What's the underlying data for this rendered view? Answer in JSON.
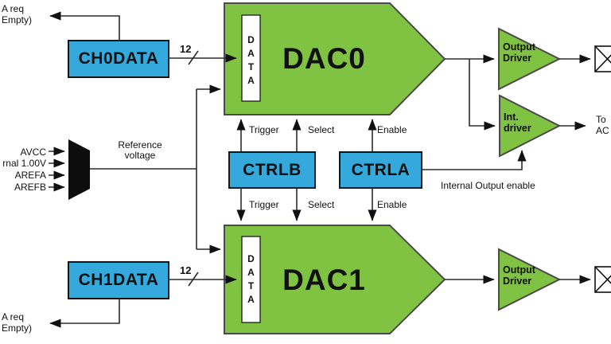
{
  "colors": {
    "register_fill": "#35a8dc",
    "block_fill": "#80c342",
    "block_stroke": "#4a4a4a",
    "wire": "#2b2b2b",
    "mux_fill": "#0d0d0d"
  },
  "registers": {
    "ch0data": "CH0DATA",
    "ch1data": "CH1DATA",
    "ctrlb": "CTRLB",
    "ctrla": "CTRLA"
  },
  "blocks": {
    "dac0": "DAC0",
    "dac1": "DAC1",
    "data_buffer": "DATA",
    "output_driver": "Output\nDriver",
    "int_driver": "Int.\ndriver"
  },
  "signals": {
    "trigger": "Trigger",
    "select": "Select",
    "enable": "Enable",
    "bus_width": "12",
    "reference_voltage": "Reference\nvoltage",
    "internal_output_enable": "Internal Output enable",
    "dma_request": "A req\nEmpty)",
    "to_ac": "To\nAC"
  },
  "reference_inputs": [
    "AVCC",
    "rnal 1.00V",
    "AREFA",
    "AREFB"
  ]
}
